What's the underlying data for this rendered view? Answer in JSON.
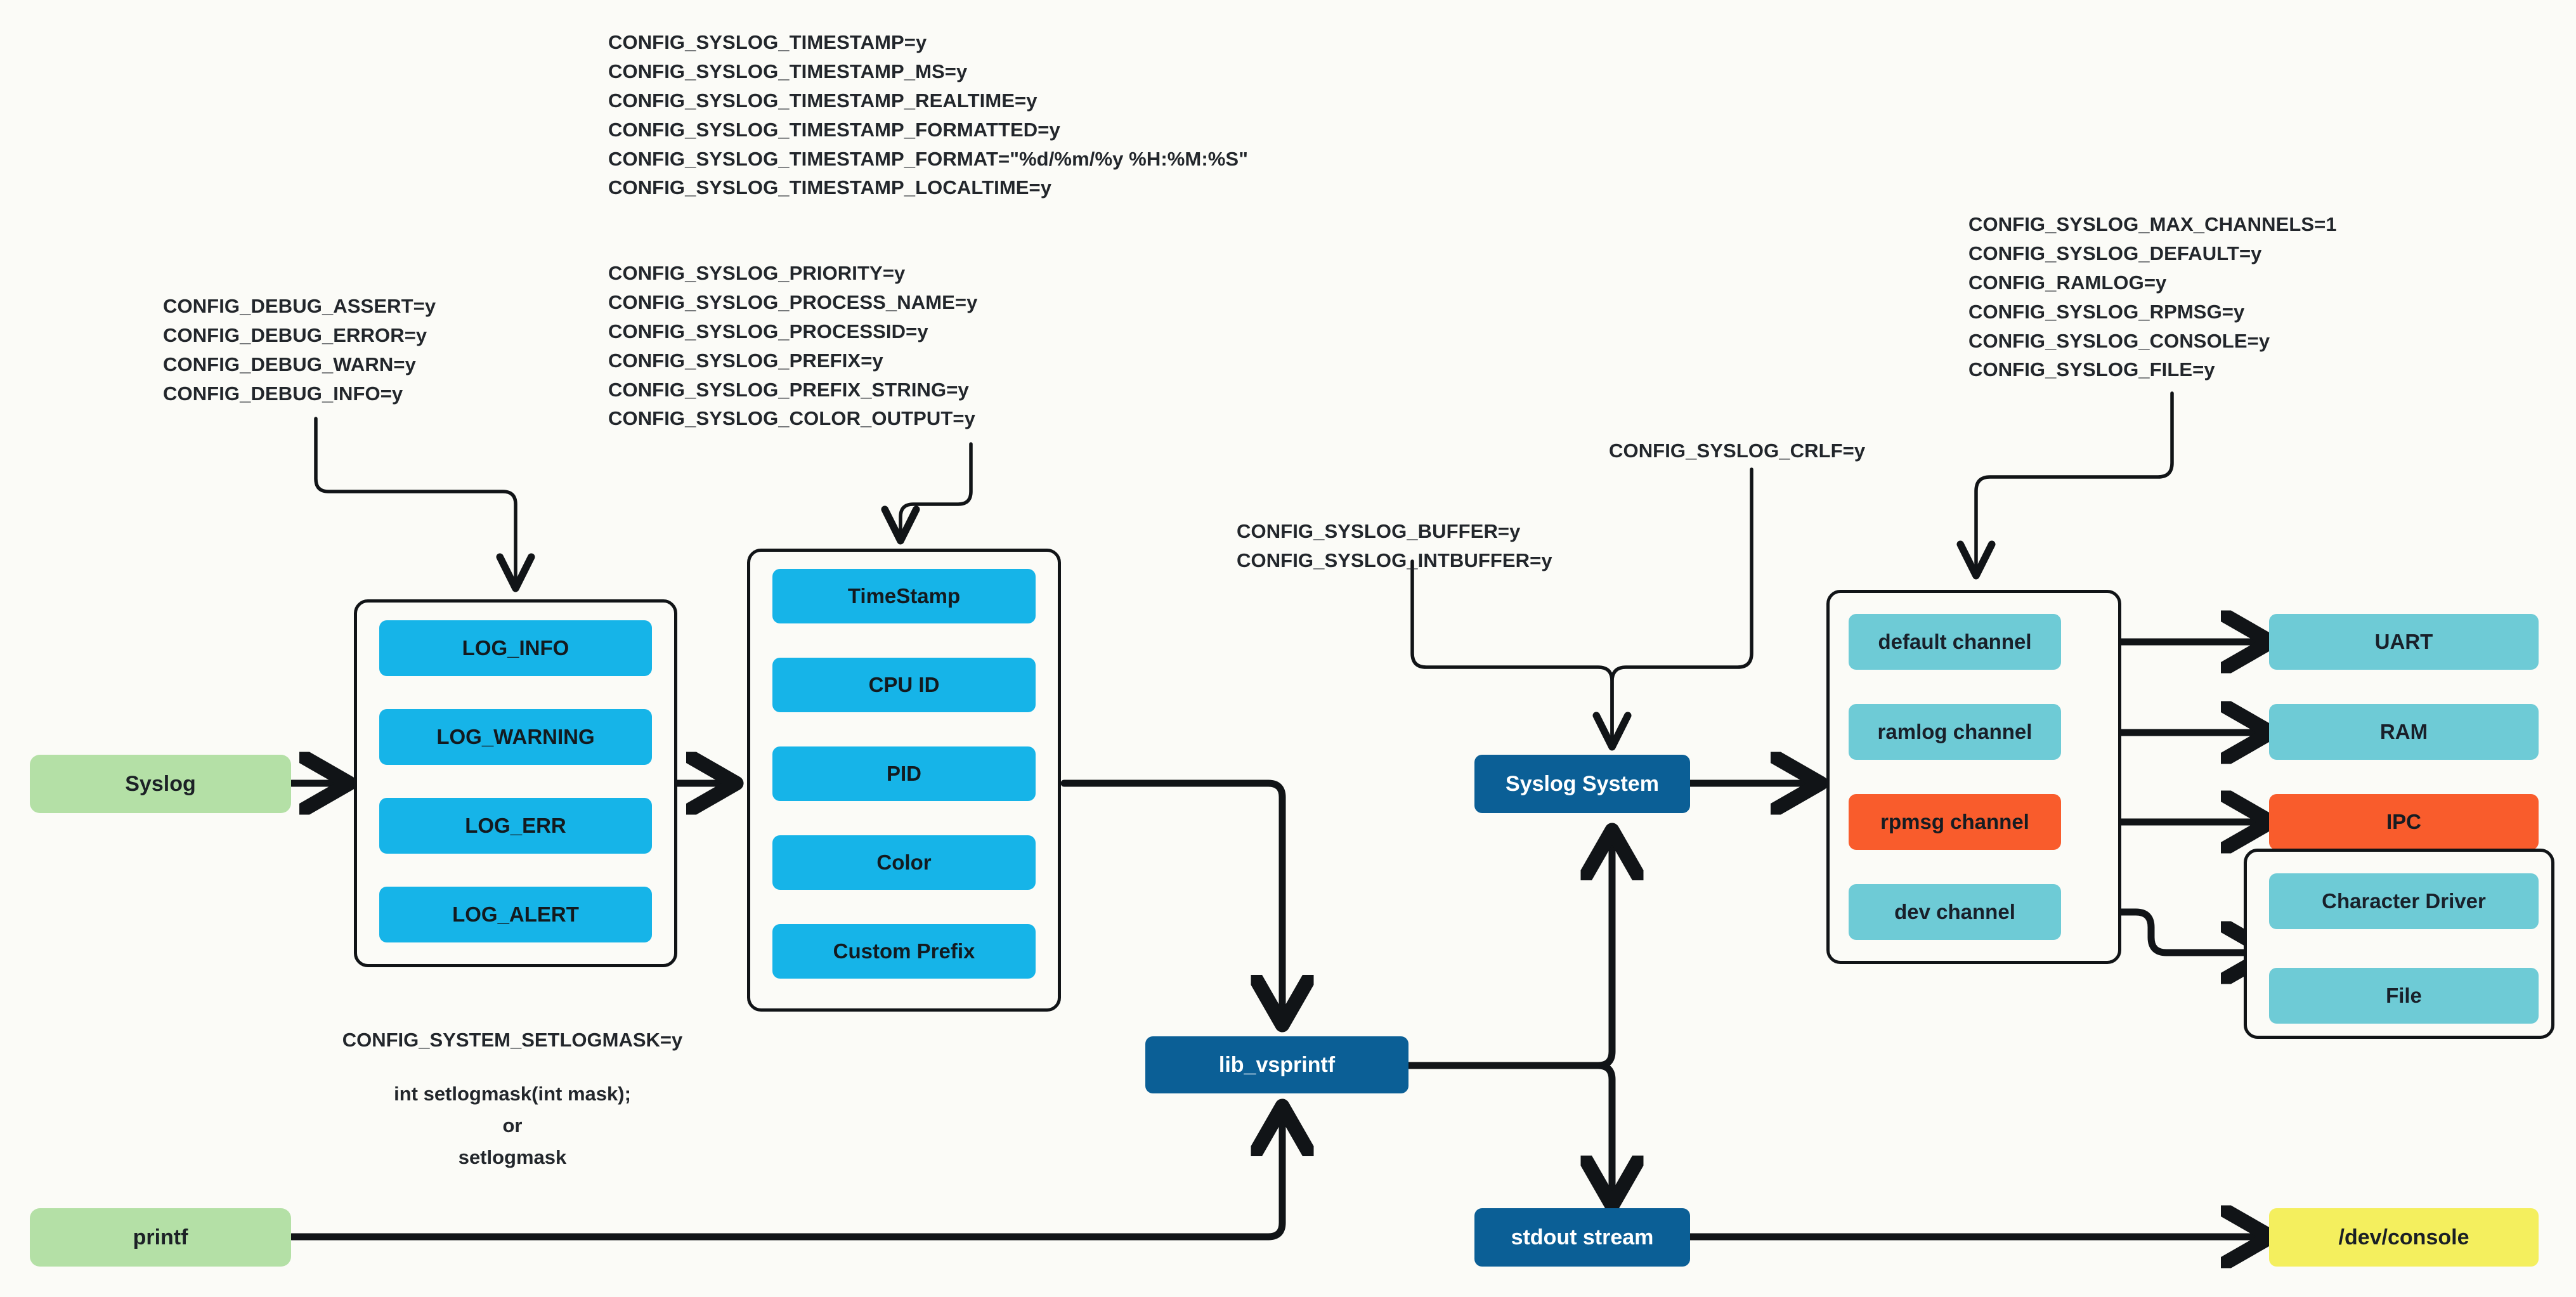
{
  "diagram": {
    "title": "NuttX Syslog architecture",
    "background": "#fbfbf7",
    "colors": {
      "green": "#b4e0a6",
      "cyan": "#16b4e8",
      "teal": "#6ecbd6",
      "orange": "#f95c2c",
      "navy": "#0b5f96",
      "yellow": "#f4ef5e",
      "line": "#111417"
    }
  },
  "config_blocks": {
    "timestamp": [
      "CONFIG_SYSLOG_TIMESTAMP=y",
      "CONFIG_SYSLOG_TIMESTAMP_MS=y",
      "CONFIG_SYSLOG_TIMESTAMP_REALTIME=y",
      "CONFIG_SYSLOG_TIMESTAMP_FORMATTED=y",
      "CONFIG_SYSLOG_TIMESTAMP_FORMAT=\"%d/%m/%y %H:%M:%S\"",
      "CONFIG_SYSLOG_TIMESTAMP_LOCALTIME=y"
    ],
    "timestamp_text": "CONFIG_SYSLOG_TIMESTAMP=y\nCONFIG_SYSLOG_TIMESTAMP_MS=y\nCONFIG_SYSLOG_TIMESTAMP_REALTIME=y\nCONFIG_SYSLOG_TIMESTAMP_FORMATTED=y\nCONFIG_SYSLOG_TIMESTAMP_FORMAT=\"%d/%m/%y %H:%M:%S\"\nCONFIG_SYSLOG_TIMESTAMP_LOCALTIME=y",
    "prefix": [
      "CONFIG_SYSLOG_PRIORITY=y",
      "CONFIG_SYSLOG_PROCESS_NAME=y",
      "CONFIG_SYSLOG_PROCESSID=y",
      "CONFIG_SYSLOG_PREFIX=y",
      "CONFIG_SYSLOG_PREFIX_STRING=y",
      "CONFIG_SYSLOG_COLOR_OUTPUT=y"
    ],
    "prefix_text": "CONFIG_SYSLOG_PRIORITY=y\nCONFIG_SYSLOG_PROCESS_NAME=y\nCONFIG_SYSLOG_PROCESSID=y\nCONFIG_SYSLOG_PREFIX=y\nCONFIG_SYSLOG_PREFIX_STRING=y\nCONFIG_SYSLOG_COLOR_OUTPUT=y",
    "debug": [
      "CONFIG_DEBUG_ASSERT=y",
      "CONFIG_DEBUG_ERROR=y",
      "CONFIG_DEBUG_WARN=y",
      "CONFIG_DEBUG_INFO=y"
    ],
    "debug_text": "CONFIG_DEBUG_ASSERT=y\nCONFIG_DEBUG_ERROR=y\nCONFIG_DEBUG_WARN=y\nCONFIG_DEBUG_INFO=y",
    "channels": [
      "CONFIG_SYSLOG_MAX_CHANNELS=1",
      "CONFIG_SYSLOG_DEFAULT=y",
      "CONFIG_RAMLOG=y",
      "CONFIG_SYSLOG_RPMSG=y",
      "CONFIG_SYSLOG_CONSOLE=y",
      "CONFIG_SYSLOG_FILE=y"
    ],
    "channels_text": "CONFIG_SYSLOG_MAX_CHANNELS=1\nCONFIG_SYSLOG_DEFAULT=y\nCONFIG_RAMLOG=y\nCONFIG_SYSLOG_RPMSG=y\nCONFIG_SYSLOG_CONSOLE=y\nCONFIG_SYSLOG_FILE=y",
    "buffer": [
      "CONFIG_SYSLOG_BUFFER=y",
      "CONFIG_SYSLOG_INTBUFFER=y"
    ],
    "buffer_text": "CONFIG_SYSLOG_BUFFER=y\nCONFIG_SYSLOG_INTBUFFER=y",
    "crlf": "CONFIG_SYSLOG_CRLF=y",
    "setlogmask_text": "CONFIG_SYSTEM_SETLOGMASK=y",
    "setlogmask_api": "int setlogmask(int mask);\nor\nsetlogmask"
  },
  "nodes": {
    "syslog": "Syslog",
    "printf": "printf",
    "log_levels": [
      "LOG_INFO",
      "LOG_WARNING",
      "LOG_ERR",
      "LOG_ALERT"
    ],
    "prefix_fields": [
      "TimeStamp",
      "CPU ID",
      "PID",
      "Color",
      "Custom Prefix"
    ],
    "lib_vsprintf": "lib_vsprintf",
    "syslog_system": "Syslog System",
    "channels": [
      "default channel",
      "ramlog channel",
      "rpmsg channel",
      "dev channel"
    ],
    "sinks": [
      "UART",
      "RAM",
      "IPC"
    ],
    "driver_group": [
      "Character Driver",
      "File"
    ],
    "stdout_stream": "stdout stream",
    "dev_console": "/dev/console"
  }
}
